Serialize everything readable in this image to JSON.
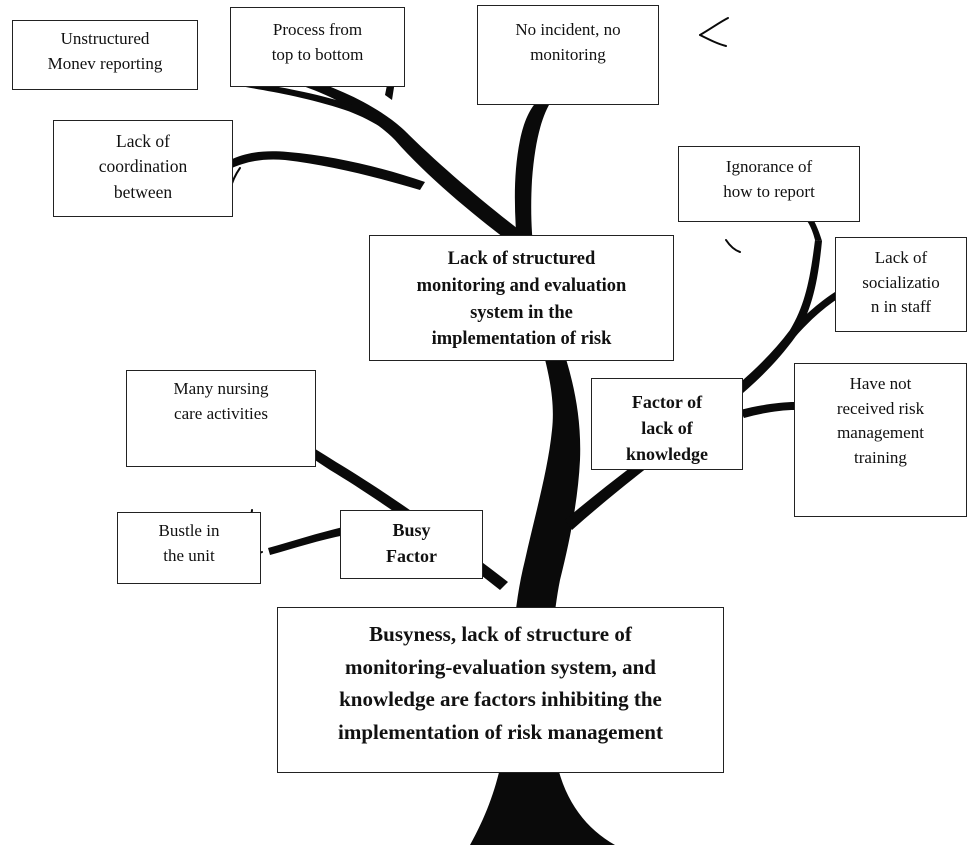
{
  "colors": {
    "tree": "#0a0a0a",
    "box_border": "#222222",
    "background": "#ffffff",
    "text": "#111111"
  },
  "diagram": {
    "main_conclusion": "Busyness, lack of structure of\nmonitoring-evaluation system, and\nknowledge are factors inhibiting the\nimplementation of risk management",
    "branches": {
      "monitoring": {
        "factor": "Lack of structured\nmonitoring and evaluation\nsystem in the\nimplementation of risk",
        "causes": {
          "unstructured": "Unstructured\nMonev reporting",
          "process": "Process from\ntop to bottom",
          "incident": "No incident, no\nmonitoring",
          "coordination": "Lack of\ncoordination\nbetween"
        }
      },
      "knowledge": {
        "factor": "Factor of\nlack of\nknowledge",
        "causes": {
          "ignorance": "Ignorance of\nhow to report",
          "socialization": "Lack of\nsocializatio\nn in staff",
          "training": "Have not\nreceived risk\nmanagement\ntraining"
        }
      },
      "busy": {
        "factor": "Busy\nFactor",
        "causes": {
          "nursing": "Many nursing\ncare activities",
          "bustle": "Bustle in\nthe unit"
        }
      }
    }
  }
}
